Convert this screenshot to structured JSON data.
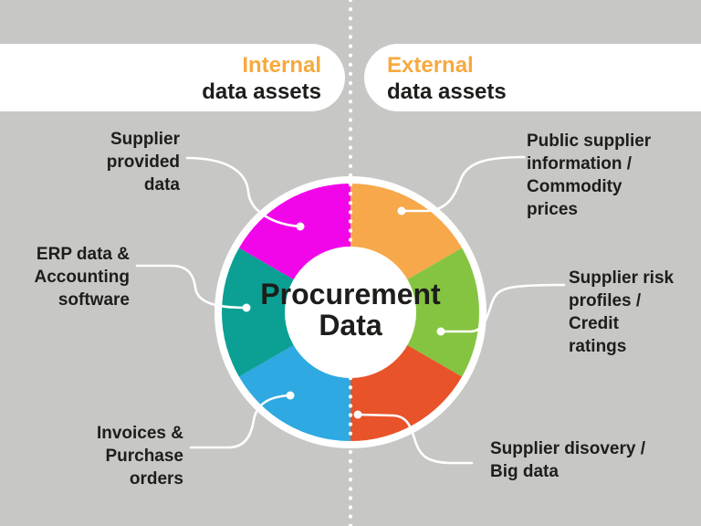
{
  "background_color": "#C7C7C5",
  "divider": {
    "style": "dotted",
    "color": "#FFFFFF"
  },
  "header": {
    "internal": {
      "highlight": "Internal",
      "rest": "data assets",
      "highlight_color": "#F7A93F"
    },
    "external": {
      "highlight": "External",
      "rest": "data assets",
      "highlight_color": "#F7A93F"
    }
  },
  "center": {
    "title": "Procurement\nData"
  },
  "chart_data": {
    "type": "pie",
    "title": "Procurement Data",
    "donut": true,
    "legend_position": "around",
    "segments": [
      {
        "label": "Public supplier information / Commodity prices",
        "value": 16.67,
        "color": "#F6A84B",
        "side": "external"
      },
      {
        "label": "Supplier risk profiles / Credit ratings",
        "value": 16.67,
        "color": "#85C441",
        "side": "external"
      },
      {
        "label": "Supplier disovery / Big data",
        "value": 16.67,
        "color": "#E8532A",
        "side": "external"
      },
      {
        "label": "Invoices & Purchase orders",
        "value": 16.67,
        "color": "#2EA9E1",
        "side": "internal"
      },
      {
        "label": "ERP data & Accounting software",
        "value": 16.67,
        "color": "#0BA093",
        "side": "internal"
      },
      {
        "label": "Supplier provided data",
        "value": 16.67,
        "color": "#F106E9",
        "side": "internal"
      }
    ]
  },
  "labels": {
    "supplier_provided": "Supplier\nprovided\ndata",
    "erp": "ERP data &\nAccounting\nsoftware",
    "invoices": "Invoices &\nPurchase\norders",
    "public_supplier": "Public supplier\ninformation /\nCommodity\nprices",
    "supplier_risk": "Supplier risk\nprofiles /\nCredit\nratings",
    "supplier_discovery": "Supplier disovery /\nBig data"
  }
}
